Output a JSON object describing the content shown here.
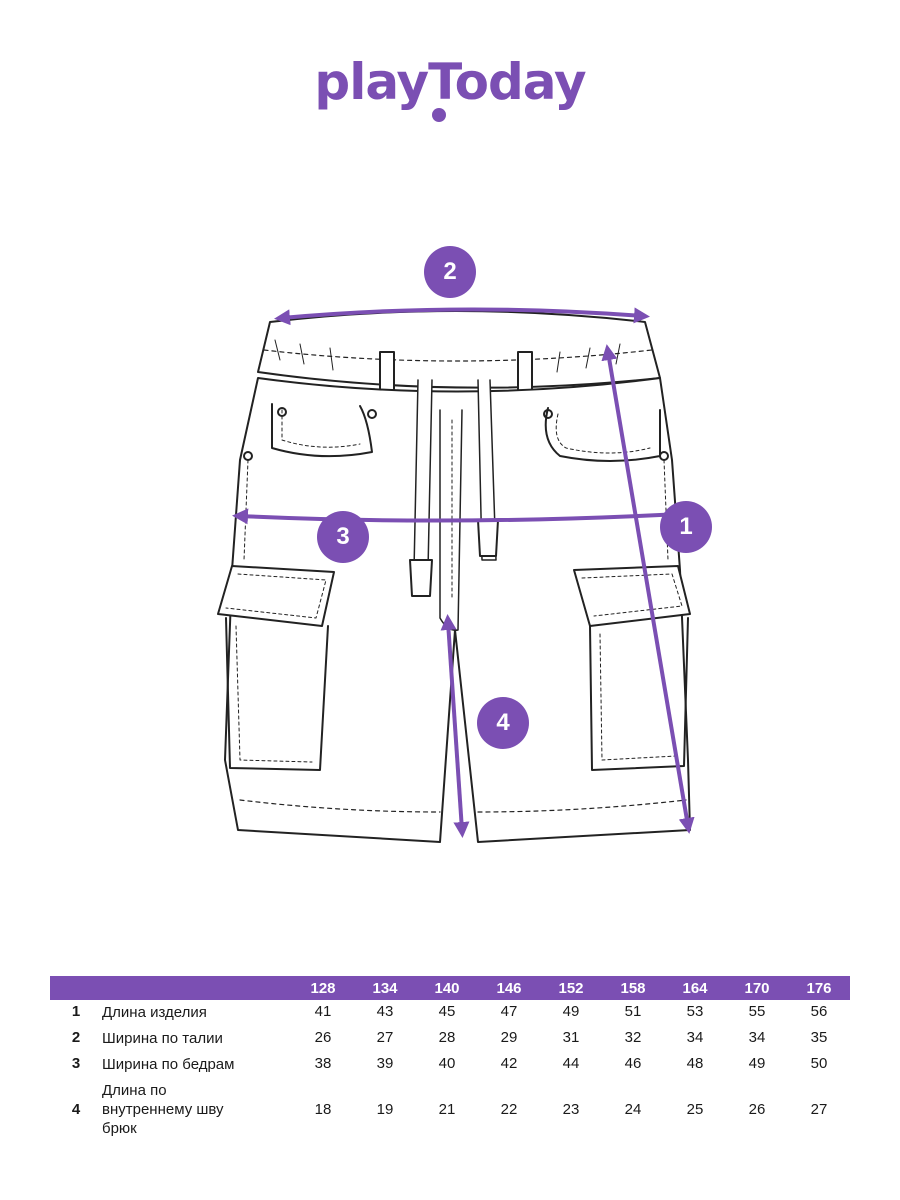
{
  "brand": {
    "name": "playToday",
    "color": "#7b4fb3"
  },
  "markers": [
    "1",
    "2",
    "3",
    "4"
  ],
  "size_table": {
    "sizes": [
      "128",
      "134",
      "140",
      "146",
      "152",
      "158",
      "164",
      "170",
      "176"
    ],
    "rows": [
      {
        "num": "1",
        "label": "Длина изделия",
        "values": [
          "41",
          "43",
          "45",
          "47",
          "49",
          "51",
          "53",
          "55",
          "56"
        ]
      },
      {
        "num": "2",
        "label": "Ширина по талии",
        "values": [
          "26",
          "27",
          "28",
          "29",
          "31",
          "32",
          "34",
          "34",
          "35"
        ]
      },
      {
        "num": "3",
        "label": "Ширина по бедрам",
        "values": [
          "38",
          "39",
          "40",
          "42",
          "44",
          "46",
          "48",
          "49",
          "50"
        ]
      },
      {
        "num": "4",
        "label": "Длина по внутреннему шву брюк",
        "values": [
          "18",
          "19",
          "21",
          "22",
          "23",
          "24",
          "25",
          "26",
          "27"
        ]
      }
    ]
  }
}
